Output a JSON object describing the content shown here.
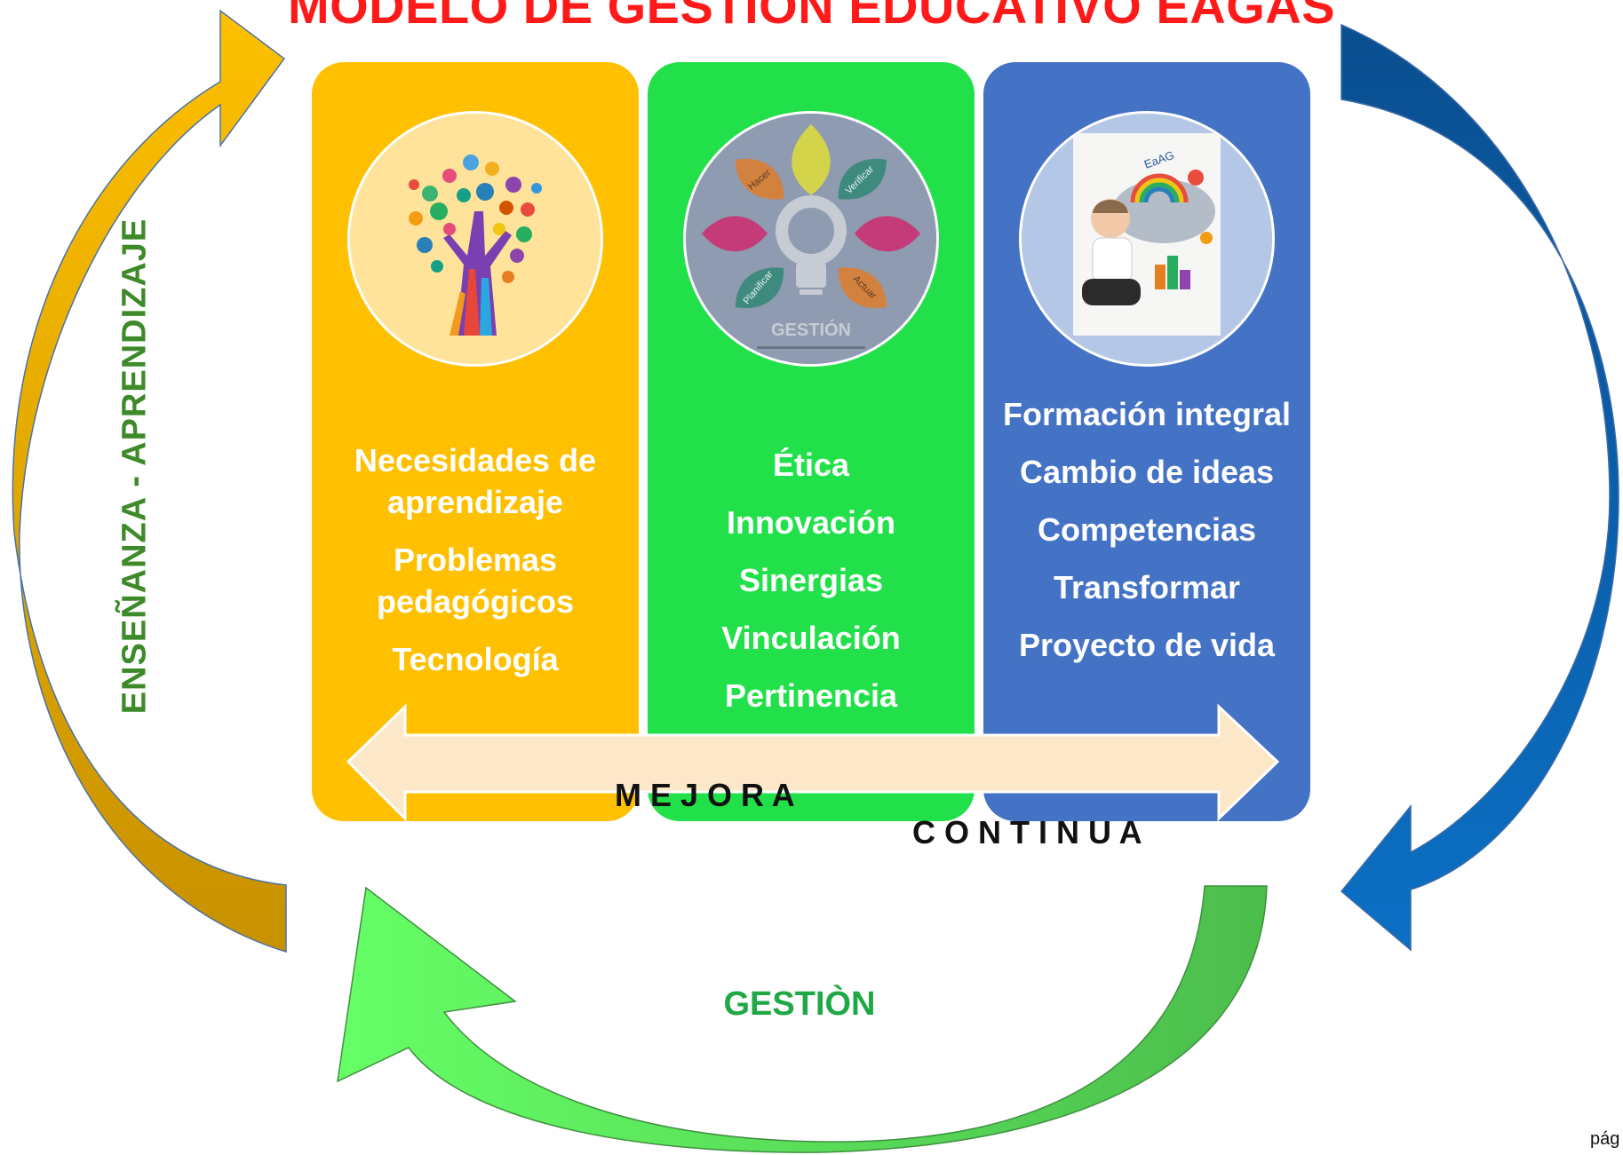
{
  "title": "MODELO DE GESTIÓN EDUCATIVO EAGAS",
  "side_label": "ENSEÑANZA - APRENDIZAJE",
  "bottom_label": "GESTIÒN",
  "band": {
    "word1": "M E J O R A",
    "word2": "C O N T I N U A"
  },
  "columns": [
    {
      "items": [
        "Necesidades de aprendizaje",
        "Problemas pedagógicos",
        "Tecnología"
      ]
    },
    {
      "items": [
        "Ética",
        "Innovación",
        "Sinergias",
        "Vinculación",
        "Pertinencia"
      ],
      "image_text": {
        "caption": "GESTIÓN",
        "petals": [
          "Hacer",
          "Verificar",
          "Planificar",
          "Actuar"
        ]
      }
    },
    {
      "items": [
        "Formación integral",
        "Cambio de ideas",
        "Competencias",
        "Transformar",
        "Proyecto de vida"
      ],
      "image_text": {
        "banner": "EaAG"
      }
    }
  ],
  "page_label": "pág",
  "colors": {
    "title": "#ff1a1a",
    "col1": "#fec000",
    "col2": "#22e04a",
    "col3": "#4472c4",
    "band": "#fde7c9",
    "left_arrow": "#f5b800",
    "right_arrow": "#0a62b3",
    "bottom_arrow": "#4fcf4f",
    "side_label": "#3e8a2a",
    "gestion_label": "#1fa845"
  }
}
